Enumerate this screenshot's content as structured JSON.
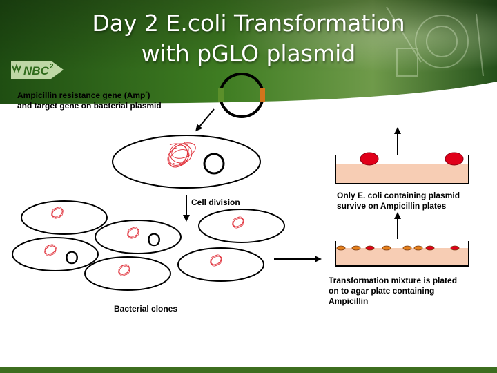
{
  "slide": {
    "title_line1": "Day 2 E.coli Transformation",
    "title_line2": "with pGLO plasmid",
    "logo_text": "NBC",
    "logo_superscript": "2"
  },
  "labels": {
    "plasmid_line1_prefix": "Ampicillin resistance gene (Amp",
    "plasmid_line1_sup": "r",
    "plasmid_line1_suffix": ")",
    "plasmid_line2": "and target gene on bacterial plasmid",
    "cell_division": "Cell division",
    "bacterial_clones": "Bacterial clones",
    "plate_top_line1": "Only E. coli containing plasmid",
    "plate_top_line2": "survive on Ampicillin plates",
    "plate_bottom_line1": "Transformation mixture is plated",
    "plate_bottom_line2": "on to agar plate containing",
    "plate_bottom_line3": "Ampicillin",
    "plasmid_symbol": "O"
  },
  "colors": {
    "header_green": "#2f6b1c",
    "footer_green": "#3d6e1f",
    "agar": "#f7cdb4",
    "colony_red": "#e0001a",
    "colony_orange": "#e6821e",
    "dna_red": "#e0303a",
    "plasmid_green_band": "#5b8f2a",
    "plasmid_orange_band": "#d0741c"
  }
}
